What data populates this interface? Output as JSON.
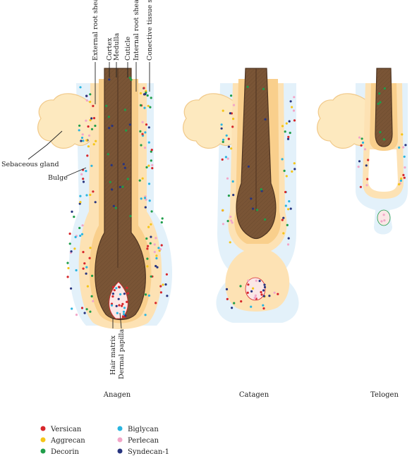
{
  "structures": {
    "external_root_sheath": "External root sheath",
    "cortex": "Cortex",
    "medulla": "Medulla",
    "cuticle": "Cuticle",
    "internal_root_sheath": "Internal root sheath",
    "connective_tissue_sheath": "Conective tissue sheath",
    "sebaceous_gland": "Sebaceous gland",
    "bulge": "Bulge",
    "hair_matrix": "Hair matrix",
    "dermal_papilla": "Dermal papilla"
  },
  "stages": {
    "anagen": "Anagen",
    "catagen": "Catagen",
    "telogen": "Telogen"
  },
  "legend": [
    {
      "key": "versican",
      "label": "Versican",
      "color": "#d7262b"
    },
    {
      "key": "aggrecan",
      "label": "Aggrecan",
      "color": "#f5c518"
    },
    {
      "key": "decorin",
      "label": "Decorin",
      "color": "#1f9e4a"
    },
    {
      "key": "biglycan",
      "label": "Biglycan",
      "color": "#29b5e0"
    },
    {
      "key": "perlecan",
      "label": "Perlecan",
      "color": "#f2a6c8"
    },
    {
      "key": "syndecan1",
      "label": "Syndecan-1",
      "color": "#27347f"
    }
  ],
  "colors": {
    "connective_tissue": "#e3f1fa",
    "outer_sheath": "#fde2b4",
    "inner_sheath": "#f9cf8c",
    "hair_shaft": "#7a5536",
    "hair_shaft_dark": "#4e3421",
    "gland": "#fde9bf"
  }
}
